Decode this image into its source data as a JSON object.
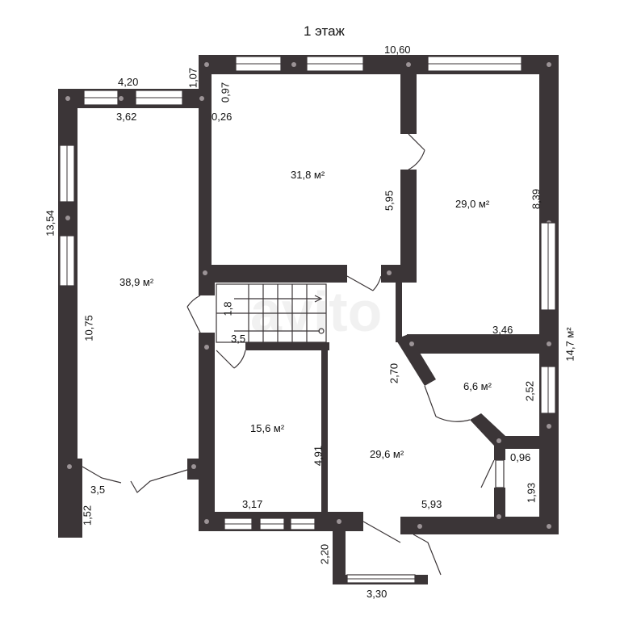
{
  "title": "1 этаж",
  "watermark": "avito",
  "rooms": {
    "top_left": "31,8 м²",
    "top_right": "29,0 м²",
    "left_hall": "38,9 м²",
    "mid_left": "15,6 м²",
    "center": "29,6 м²",
    "small_right": "6,6 м²",
    "right_side": "14,7 м²"
  },
  "dimensions": {
    "top_total": "10,60",
    "left_top_outer": "4,20",
    "left_top_inner": "3,62",
    "left_height": "13,54",
    "left_height_inner": "10,75",
    "left_bottom": "3,5",
    "left_bottom_ext": "1,52",
    "step_a": "1,07",
    "step_b": "0,97",
    "step_c": "0,26",
    "wall_595": "5,95",
    "right_839": "8,39",
    "w_346": "3,46",
    "h_270": "2,70",
    "h_252": "2,52",
    "w_096": "0,96",
    "h_193": "1,93",
    "w_593": "5,93",
    "h_491": "4,91",
    "w_317": "3,17",
    "h_220": "2,20",
    "w_330": "3,30",
    "stair_18": "1,8",
    "stair_35": "3,5"
  }
}
